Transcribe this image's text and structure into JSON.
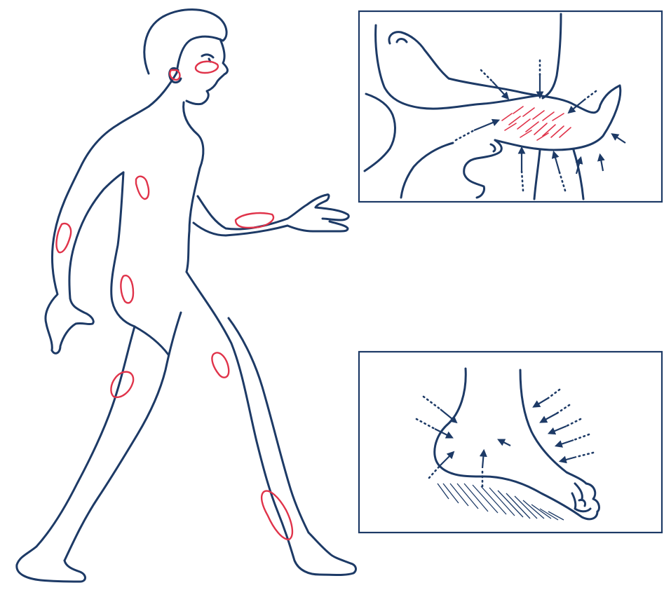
{
  "figure": {
    "colors": {
      "ink": "#1d3a66",
      "lesion": "#e0334a",
      "background": "#ffffff"
    },
    "panels": [
      {
        "id": "walking-figure",
        "depicts": "full-body",
        "lesion_count": 9
      },
      {
        "id": "leg-inset",
        "depicts": "lower-leg"
      },
      {
        "id": "foot-inset",
        "depicts": "foot"
      }
    ],
    "icons": [
      "pressure-arrow",
      "dotted-arrow"
    ]
  }
}
